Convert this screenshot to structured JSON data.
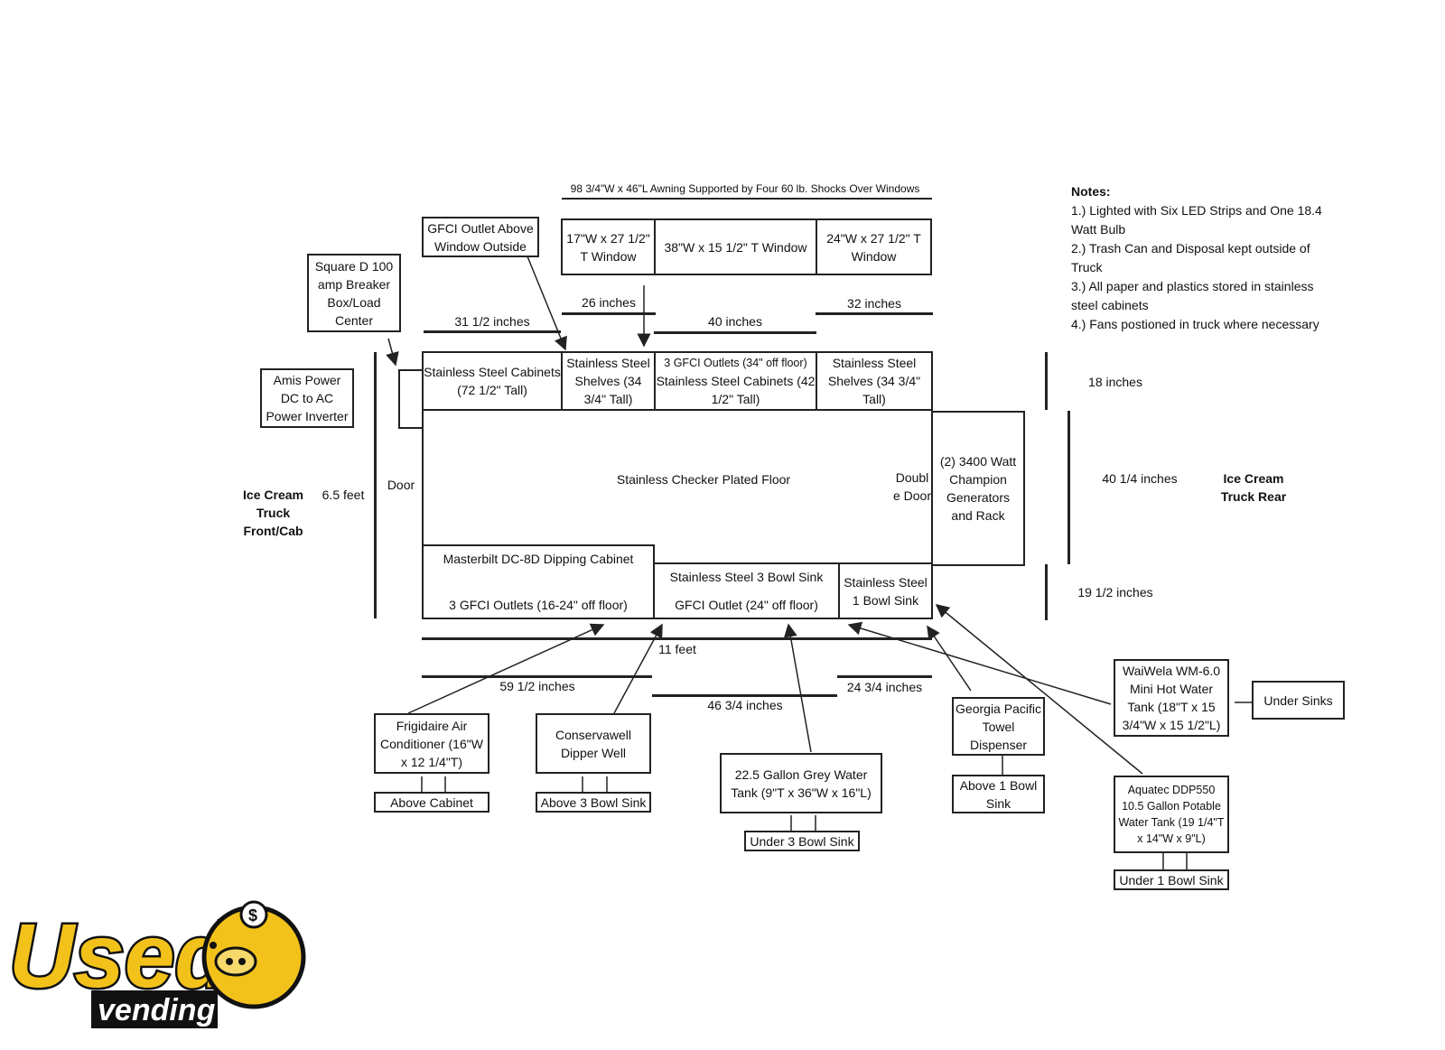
{
  "awning": "98 3/4\"W x 46\"L Awning Supported by Four 60 lb. Shocks Over Windows",
  "windows": [
    "17\"W x 27 1/2\" T Window",
    "38\"W x 15 1/2\" T Window",
    "24\"W x 27 1/2\" T Window"
  ],
  "top_dims": {
    "d1": "31 1/2 inches",
    "d2": "26 inches",
    "d3": "40 inches",
    "d4": "32 inches"
  },
  "gfci_outside": "GFCI Outlet Above Window Outside",
  "breaker": "Square D 100 amp Breaker Box/Load Center",
  "inverter": "Amis Power DC to AC Power Inverter",
  "front": {
    "label": "Ice Cream Truck Front/Cab",
    "length": "6.5 feet",
    "door": "Door"
  },
  "rear": {
    "label": "Ice Cream Truck Rear",
    "d_top": "18 inches",
    "d_mid": "40 1/4 inches",
    "d_bot": "19 1/2 inches"
  },
  "top_row": {
    "c1": "Stainless Steel Cabinets (72 1/2\" Tall)",
    "c2": "Stainless Steel Shelves (34 3/4\" Tall)",
    "c3_outlets": "3 GFCI Outlets (34\" off floor)",
    "c3": "Stainless Steel Cabinets (42 1/2\" Tall)",
    "c4": "Stainless Steel Shelves (34 3/4\" Tall)"
  },
  "floor": "Stainless Checker Plated Floor",
  "double_door": "Doubl e Door",
  "generators": "(2) 3400 Watt Champion Generators and Rack",
  "bottom_row": {
    "dipping": "Masterbilt DC-8D Dipping Cabinet",
    "dipping_outlets": "3 GFCI Outlets (16-24\" off floor)",
    "sink3": "Stainless Steel 3 Bowl Sink",
    "sink3_outlet": "GFCI Outlet (24\" off floor)",
    "sink1": "Stainless Steel 1 Bowl Sink"
  },
  "bottom_dims": {
    "length": "11 feet",
    "d1": "59 1/2 inches",
    "d2": "46 3/4 inches",
    "d3": "24 3/4 inches"
  },
  "equipment": {
    "ac": "Frigidaire Air Conditioner (16\"W x 12 1/4\"T)",
    "ac_loc": "Above Cabinet",
    "dipper": "Conservawell Dipper Well",
    "dipper_loc": "Above 3 Bowl Sink",
    "grey": "22.5 Gallon Grey Water Tank (9\"T x 36\"W x 16\"L)",
    "grey_loc": "Under 3 Bowl Sink",
    "towel": "Georgia Pacific Towel Dispenser",
    "towel_loc": "Above 1 Bowl Sink",
    "hot": "WaiWela WM-6.0 Mini Hot Water Tank (18\"T x 15 3/4\"W x 15 1/2\"L)",
    "hot_loc": "Under Sinks",
    "potable": "Aquatec DDP550 10.5 Gallon Potable Water Tank (19 1/4\"T x 14\"W x 9\"L)",
    "potable_loc": "Under 1 Bowl Sink"
  },
  "notes": {
    "title": "Notes:",
    "n1": "1.) Lighted with Six LED Strips and One 18.4 Watt Bulb",
    "n2": "2.) Trash Can and Disposal kept outside of Truck",
    "n3": "3.) All paper and plastics stored in stainless steel cabinets",
    "n4": "4.) Fans postioned in truck where necessary"
  },
  "logo": {
    "word1": "Used",
    "word2": "vending"
  },
  "colors": {
    "logo_yellow": "#f2c21b",
    "line": "#222222"
  }
}
